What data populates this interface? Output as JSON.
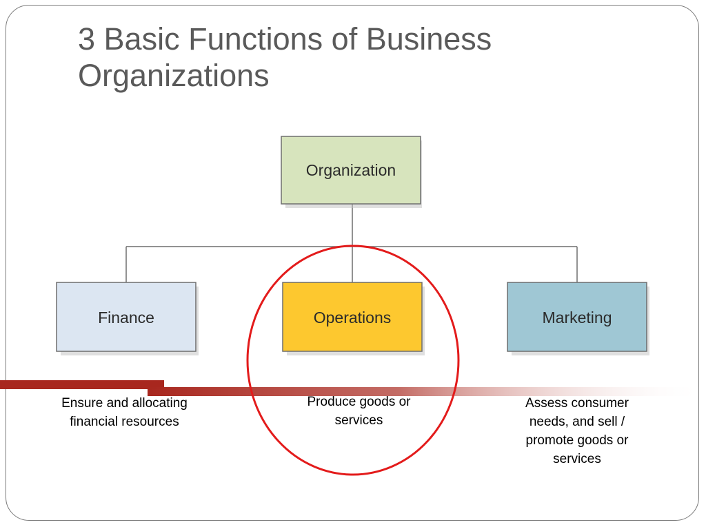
{
  "slide": {
    "title": "3 Basic Functions of Business Organizations"
  },
  "diagram": {
    "root": {
      "label": "Organization",
      "color": "#d7e4bd"
    },
    "children": [
      {
        "id": "finance",
        "label": "Finance",
        "color": "#dce6f2",
        "description": "Ensure and allocating financial resources"
      },
      {
        "id": "operations",
        "label": "Operations",
        "color": "#fdc82f",
        "description": "Produce goods or services",
        "highlighted": true
      },
      {
        "id": "marketing",
        "label": "Marketing",
        "color": "#9fc7d4",
        "description": "Assess consumer needs, and sell / promote goods or services"
      }
    ],
    "highlight_color": "#e31b1b",
    "accent_bar_color": "#a8271e"
  }
}
